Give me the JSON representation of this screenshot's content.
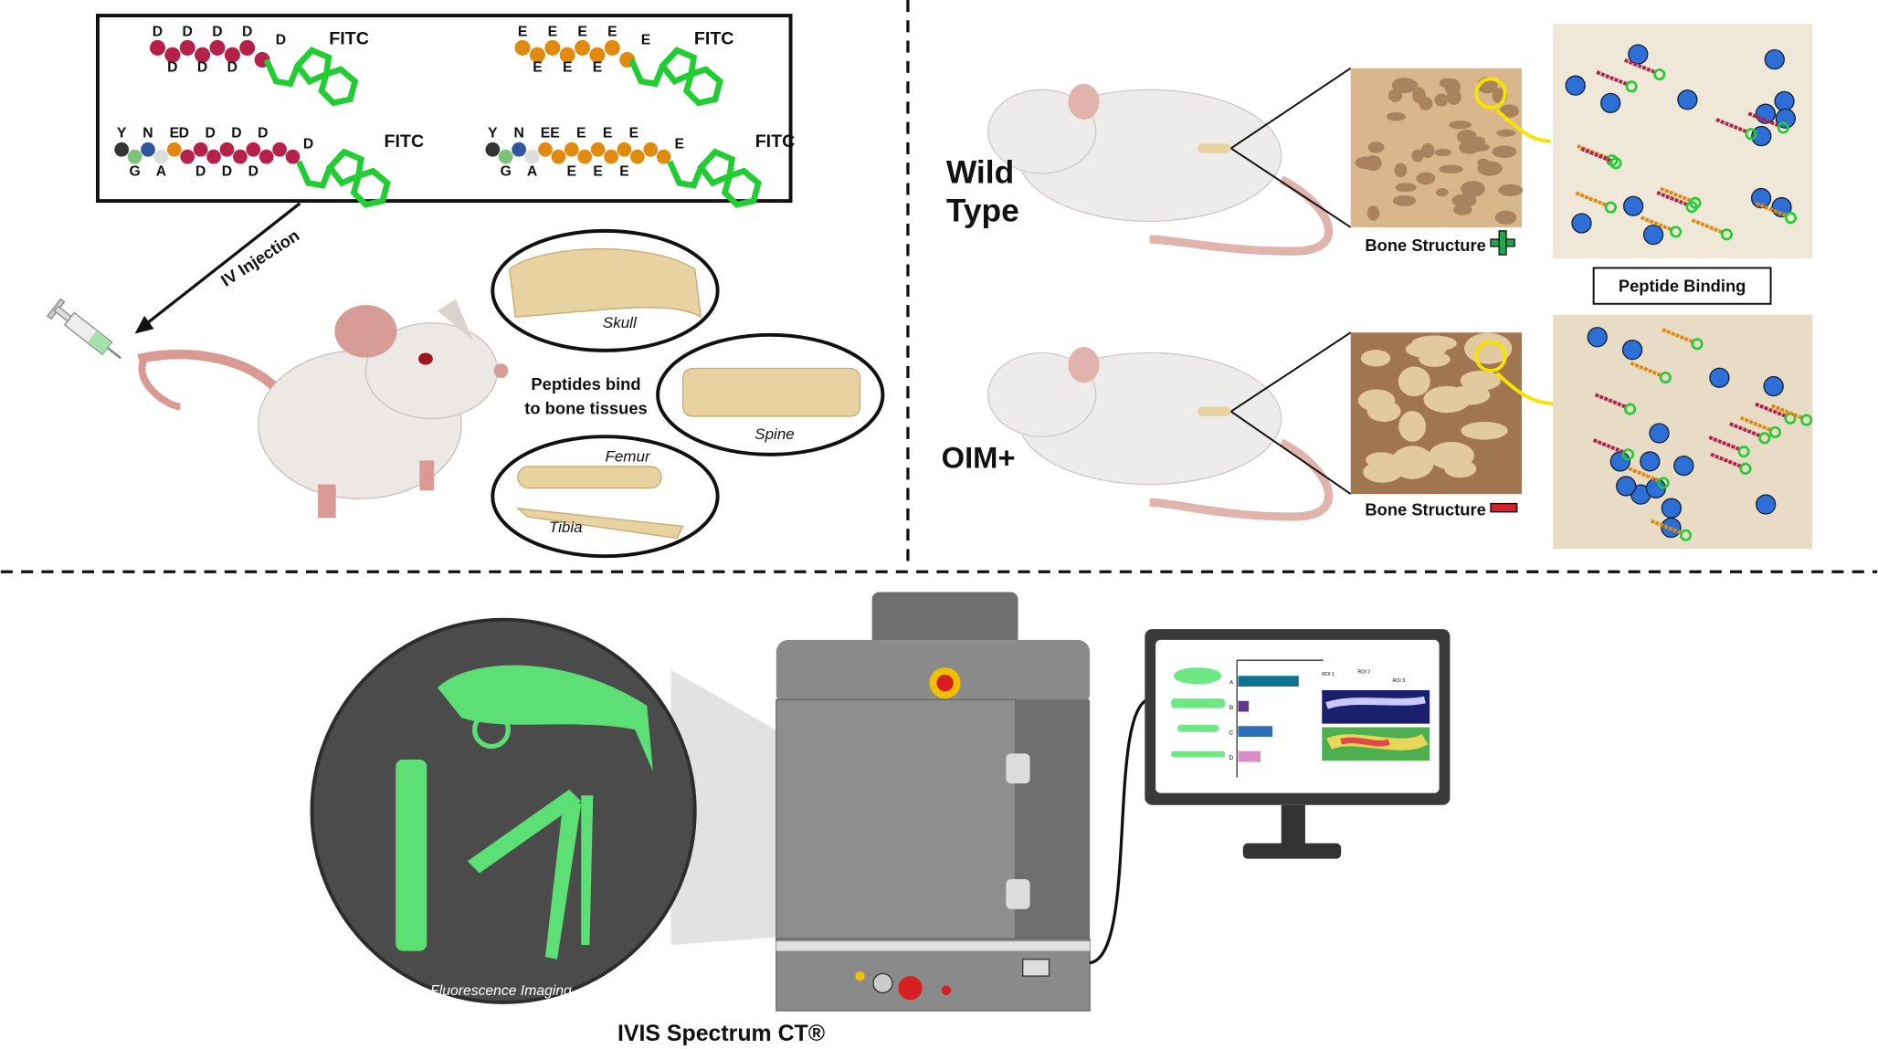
{
  "peptides": {
    "d8": {
      "residues_top": [
        "D",
        "D",
        "D",
        "D"
      ],
      "residues_bottom": [
        "D",
        "D",
        "D"
      ],
      "last": "D",
      "dye": "FITC"
    },
    "e8": {
      "residues_top": [
        "E",
        "E",
        "E",
        "E"
      ],
      "residues_bottom": [
        "E",
        "E",
        "E"
      ],
      "last": "E",
      "dye": "FITC"
    },
    "ynga_d": {
      "top": [
        "Y",
        "N",
        "E",
        "D",
        "D",
        "D",
        "D"
      ],
      "bottom": [
        "G",
        "A",
        "D",
        "D",
        "D"
      ],
      "last": "D",
      "dye": "FITC"
    },
    "ynga_e": {
      "top": [
        "Y",
        "N",
        "E",
        "E",
        "E",
        "E",
        "E"
      ],
      "bottom": [
        "G",
        "A",
        "E",
        "E",
        "E"
      ],
      "last": "E",
      "dye": "FITC"
    }
  },
  "injection": {
    "label": "IV Injection"
  },
  "binding": {
    "line1": "Peptides bind",
    "line2": "to bone tissues"
  },
  "tissues": {
    "skull": "Skull",
    "spine": "Spine",
    "femur": "Femur",
    "tibia": "Tibia"
  },
  "models": {
    "wild_line1": "Wild",
    "wild_line2": "Type",
    "oim": "OIM+",
    "bone_structure": "Bone Structure",
    "peptide_binding": "Peptide Binding"
  },
  "imaging": {
    "fluorescence": "Fluorescence Imaging",
    "instrument": "IVIS Spectrum CT®",
    "monitor_chart": {
      "categories": [
        "A",
        "B",
        "C",
        "D"
      ],
      "values": [
        4.6,
        0.8,
        2.6,
        1.7
      ],
      "colors": [
        "#0e7490",
        "#5b3a8c",
        "#2f6db5",
        "#d98cc8"
      ]
    },
    "roi_labels": [
      "ROI 1",
      "ROI 2",
      "ROI 3"
    ]
  },
  "colors": {
    "asp": "#b5214a",
    "glu": "#e08a10",
    "fitc": "#22cc33",
    "bone": "#e8d2a2"
  }
}
